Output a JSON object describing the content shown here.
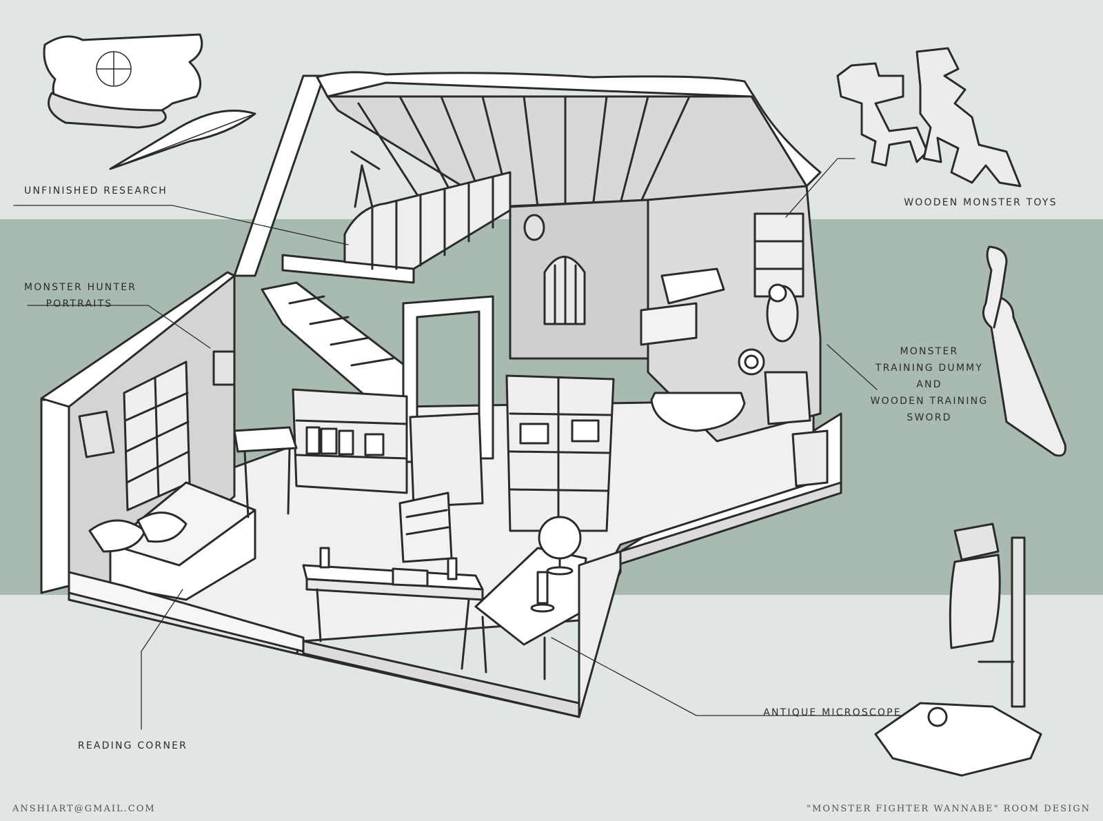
{
  "colors": {
    "background_light": "#e0e7e2",
    "background_band": "#a9bab1",
    "ink": "#2b2b2b",
    "paper": "#f4f4f2",
    "shade": "#c9c9c9"
  },
  "labels": {
    "unfinished_research": "UNFINISHED RESEARCH",
    "monster_hunter_portraits_1": "MONSTER HUNTER",
    "monster_hunter_portraits_2": "PORTRAITS",
    "wooden_monster_toys": "WOODEN MONSTER TOYS",
    "training_1": "MONSTER",
    "training_2": "TRAINING DUMMY",
    "training_3": "AND",
    "training_4": "WOODEN TRAINING",
    "training_5": "SWORD",
    "reading_corner": "READING CORNER",
    "antique_microscope": "ANTIQUE MICROSCOPE"
  },
  "footer": {
    "email": "ANSHIART@GMAIL.COM",
    "title": "\"MONSTER FIGHTER WANNABE\" ROOM DESIGN"
  },
  "icons": [
    "scroll-map-icon",
    "quill-icon",
    "wooden-toy-icon",
    "training-sword-icon",
    "microscope-icon"
  ]
}
